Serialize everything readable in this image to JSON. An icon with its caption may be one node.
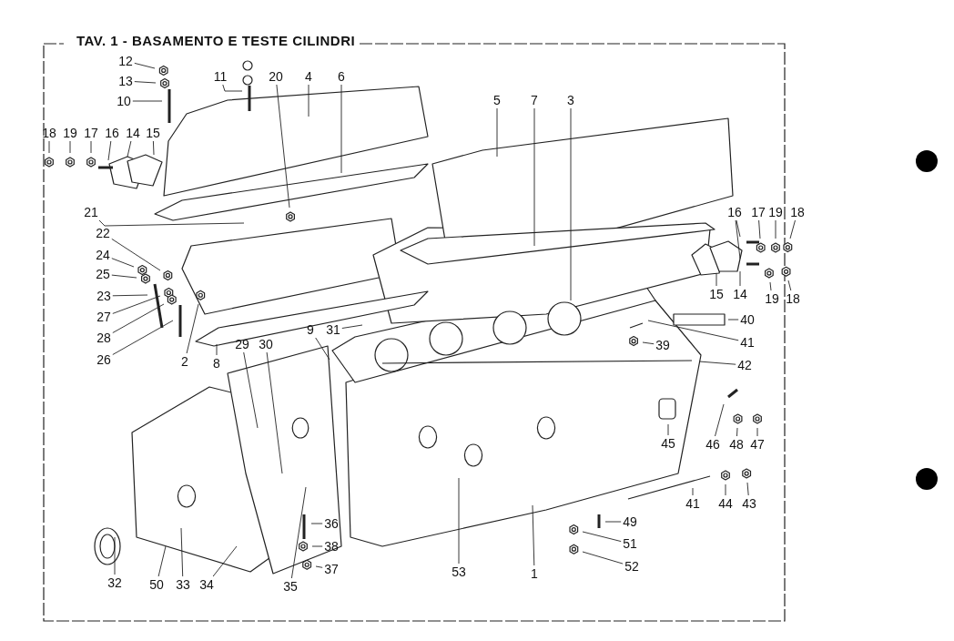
{
  "diagram": {
    "title": "TAV. 1 - BASAMENTO E TESTE CILINDRI",
    "nodes": [
      {
        "text": [
          "12"
        ]
      },
      {
        "text": [
          "13"
        ]
      },
      {
        "text": [
          "10"
        ]
      },
      {
        "text": [
          "11"
        ]
      },
      {
        "text": [
          "20"
        ]
      },
      {
        "text": [
          "4"
        ]
      },
      {
        "text": [
          "6"
        ]
      },
      {
        "text": [
          "18"
        ]
      },
      {
        "text": [
          "19"
        ]
      },
      {
        "text": [
          "17"
        ]
      },
      {
        "text": [
          "16"
        ]
      },
      {
        "text": [
          "14"
        ]
      },
      {
        "text": [
          "15"
        ]
      },
      {
        "text": [
          "21"
        ]
      },
      {
        "text": [
          "22"
        ]
      },
      {
        "text": [
          "24"
        ]
      },
      {
        "text": [
          "25"
        ]
      },
      {
        "text": [
          "23"
        ]
      },
      {
        "text": [
          "27"
        ]
      },
      {
        "text": [
          "28"
        ]
      },
      {
        "text": [
          "26"
        ]
      },
      {
        "text": [
          "2"
        ]
      },
      {
        "text": [
          "8"
        ]
      },
      {
        "text": [
          "29"
        ]
      },
      {
        "text": [
          "30"
        ]
      },
      {
        "text": [
          "9"
        ]
      },
      {
        "text": [
          "31"
        ]
      },
      {
        "text": [
          "5"
        ]
      },
      {
        "text": [
          "7"
        ]
      },
      {
        "text": [
          "3"
        ]
      },
      {
        "text": [
          "16"
        ]
      },
      {
        "text": [
          "17"
        ]
      },
      {
        "text": [
          "19"
        ]
      },
      {
        "text": [
          "18"
        ]
      },
      {
        "text": [
          "15"
        ]
      },
      {
        "text": [
          "14"
        ]
      },
      {
        "text": [
          "19"
        ]
      },
      {
        "text": [
          "18"
        ]
      },
      {
        "text": [
          "40"
        ]
      },
      {
        "text": [
          "41"
        ]
      },
      {
        "text": [
          "39"
        ]
      },
      {
        "text": [
          "42"
        ]
      },
      {
        "text": [
          "45"
        ]
      },
      {
        "text": [
          "46"
        ]
      },
      {
        "text": [
          "48"
        ]
      },
      {
        "text": [
          "47"
        ]
      },
      {
        "text": [
          "41"
        ]
      },
      {
        "text": [
          "44"
        ]
      },
      {
        "text": [
          "43"
        ]
      },
      {
        "text": [
          "49"
        ]
      },
      {
        "text": [
          "51"
        ]
      },
      {
        "text": [
          "52"
        ]
      },
      {
        "text": [
          "32"
        ]
      },
      {
        "text": [
          "50"
        ]
      },
      {
        "text": [
          "33"
        ]
      },
      {
        "text": [
          "34"
        ]
      },
      {
        "text": [
          "35"
        ]
      },
      {
        "text": [
          "36"
        ]
      },
      {
        "text": [
          "38"
        ]
      },
      {
        "text": [
          "37"
        ]
      },
      {
        "text": [
          "53"
        ]
      },
      {
        "text": [
          "1"
        ]
      }
    ],
    "edges": [
      {
        "from": 0,
        "to": null,
        "arrow": "none"
      },
      {
        "from": 1,
        "to": null,
        "arrow": "none"
      },
      {
        "from": 2,
        "to": null,
        "arrow": "none"
      },
      {
        "from": 3,
        "to": null,
        "arrow": "none"
      },
      {
        "from": 4,
        "to": null,
        "arrow": "none"
      },
      {
        "from": 5,
        "to": null,
        "arrow": "none"
      },
      {
        "from": 6,
        "to": null,
        "arrow": "none"
      },
      {
        "from": 7,
        "to": null,
        "arrow": "none"
      },
      {
        "from": 8,
        "to": null,
        "arrow": "none"
      },
      {
        "from": 9,
        "to": null,
        "arrow": "none"
      },
      {
        "from": 10,
        "to": null,
        "arrow": "none"
      },
      {
        "from": 11,
        "to": null,
        "arrow": "none"
      },
      {
        "from": 12,
        "to": null,
        "arrow": "none"
      },
      {
        "from": 13,
        "to": null,
        "arrow": "none"
      },
      {
        "from": 14,
        "to": null,
        "arrow": "none"
      },
      {
        "from": 15,
        "to": null,
        "arrow": "none"
      },
      {
        "from": 16,
        "to": null,
        "arrow": "none"
      },
      {
        "from": 17,
        "to": null,
        "arrow": "none"
      },
      {
        "from": 18,
        "to": null,
        "arrow": "none"
      },
      {
        "from": 19,
        "to": null,
        "arrow": "none"
      },
      {
        "from": 20,
        "to": null,
        "arrow": "none"
      },
      {
        "from": 21,
        "to": null,
        "arrow": "none"
      },
      {
        "from": 22,
        "to": null,
        "arrow": "none"
      },
      {
        "from": 23,
        "to": null,
        "arrow": "none"
      },
      {
        "from": 24,
        "to": null,
        "arrow": "none"
      },
      {
        "from": 25,
        "to": null,
        "arrow": "none"
      },
      {
        "from": 26,
        "to": null,
        "arrow": "none"
      },
      {
        "from": 27,
        "to": null,
        "arrow": "none"
      },
      {
        "from": 28,
        "to": null,
        "arrow": "none"
      },
      {
        "from": 29,
        "to": null,
        "arrow": "none"
      },
      {
        "from": 30,
        "to": null,
        "arrow": "none"
      },
      {
        "from": 31,
        "to": null,
        "arrow": "none"
      },
      {
        "from": 32,
        "to": null,
        "arrow": "none"
      },
      {
        "from": 33,
        "to": null,
        "arrow": "none"
      },
      {
        "from": 34,
        "to": null,
        "arrow": "none"
      },
      {
        "from": 35,
        "to": null,
        "arrow": "none"
      },
      {
        "from": 36,
        "to": null,
        "arrow": "none"
      },
      {
        "from": 37,
        "to": null,
        "arrow": "none"
      },
      {
        "from": 38,
        "to": null,
        "arrow": "none"
      },
      {
        "from": 39,
        "to": null,
        "arrow": "none"
      },
      {
        "from": 40,
        "to": null,
        "arrow": "none"
      },
      {
        "from": 41,
        "to": null,
        "arrow": "none"
      },
      {
        "from": 42,
        "to": null,
        "arrow": "none"
      },
      {
        "from": 43,
        "to": null,
        "arrow": "none"
      },
      {
        "from": 44,
        "to": null,
        "arrow": "none"
      },
      {
        "from": 45,
        "to": null,
        "arrow": "none"
      },
      {
        "from": 46,
        "to": null,
        "arrow": "none"
      },
      {
        "from": 47,
        "to": null,
        "arrow": "none"
      },
      {
        "from": 48,
        "to": null,
        "arrow": "none"
      },
      {
        "from": 49,
        "to": null,
        "arrow": "none"
      },
      {
        "from": 50,
        "to": null,
        "arrow": "none"
      },
      {
        "from": 51,
        "to": null,
        "arrow": "none"
      },
      {
        "from": 52,
        "to": null,
        "arrow": "none"
      },
      {
        "from": 53,
        "to": null,
        "arrow": "none"
      },
      {
        "from": 54,
        "to": null,
        "arrow": "none"
      },
      {
        "from": 55,
        "to": null,
        "arrow": "none"
      },
      {
        "from": 56,
        "to": null,
        "arrow": "none"
      },
      {
        "from": 57,
        "to": null,
        "arrow": "none"
      },
      {
        "from": 58,
        "to": null,
        "arrow": "none"
      },
      {
        "from": 59,
        "to": null,
        "arrow": "none"
      },
      {
        "from": 60,
        "to": null,
        "arrow": "none"
      },
      {
        "from": 61,
        "to": null,
        "arrow": "none"
      },
      {
        "from": 30,
        "to": null,
        "arrow": "none"
      }
    ]
  }
}
